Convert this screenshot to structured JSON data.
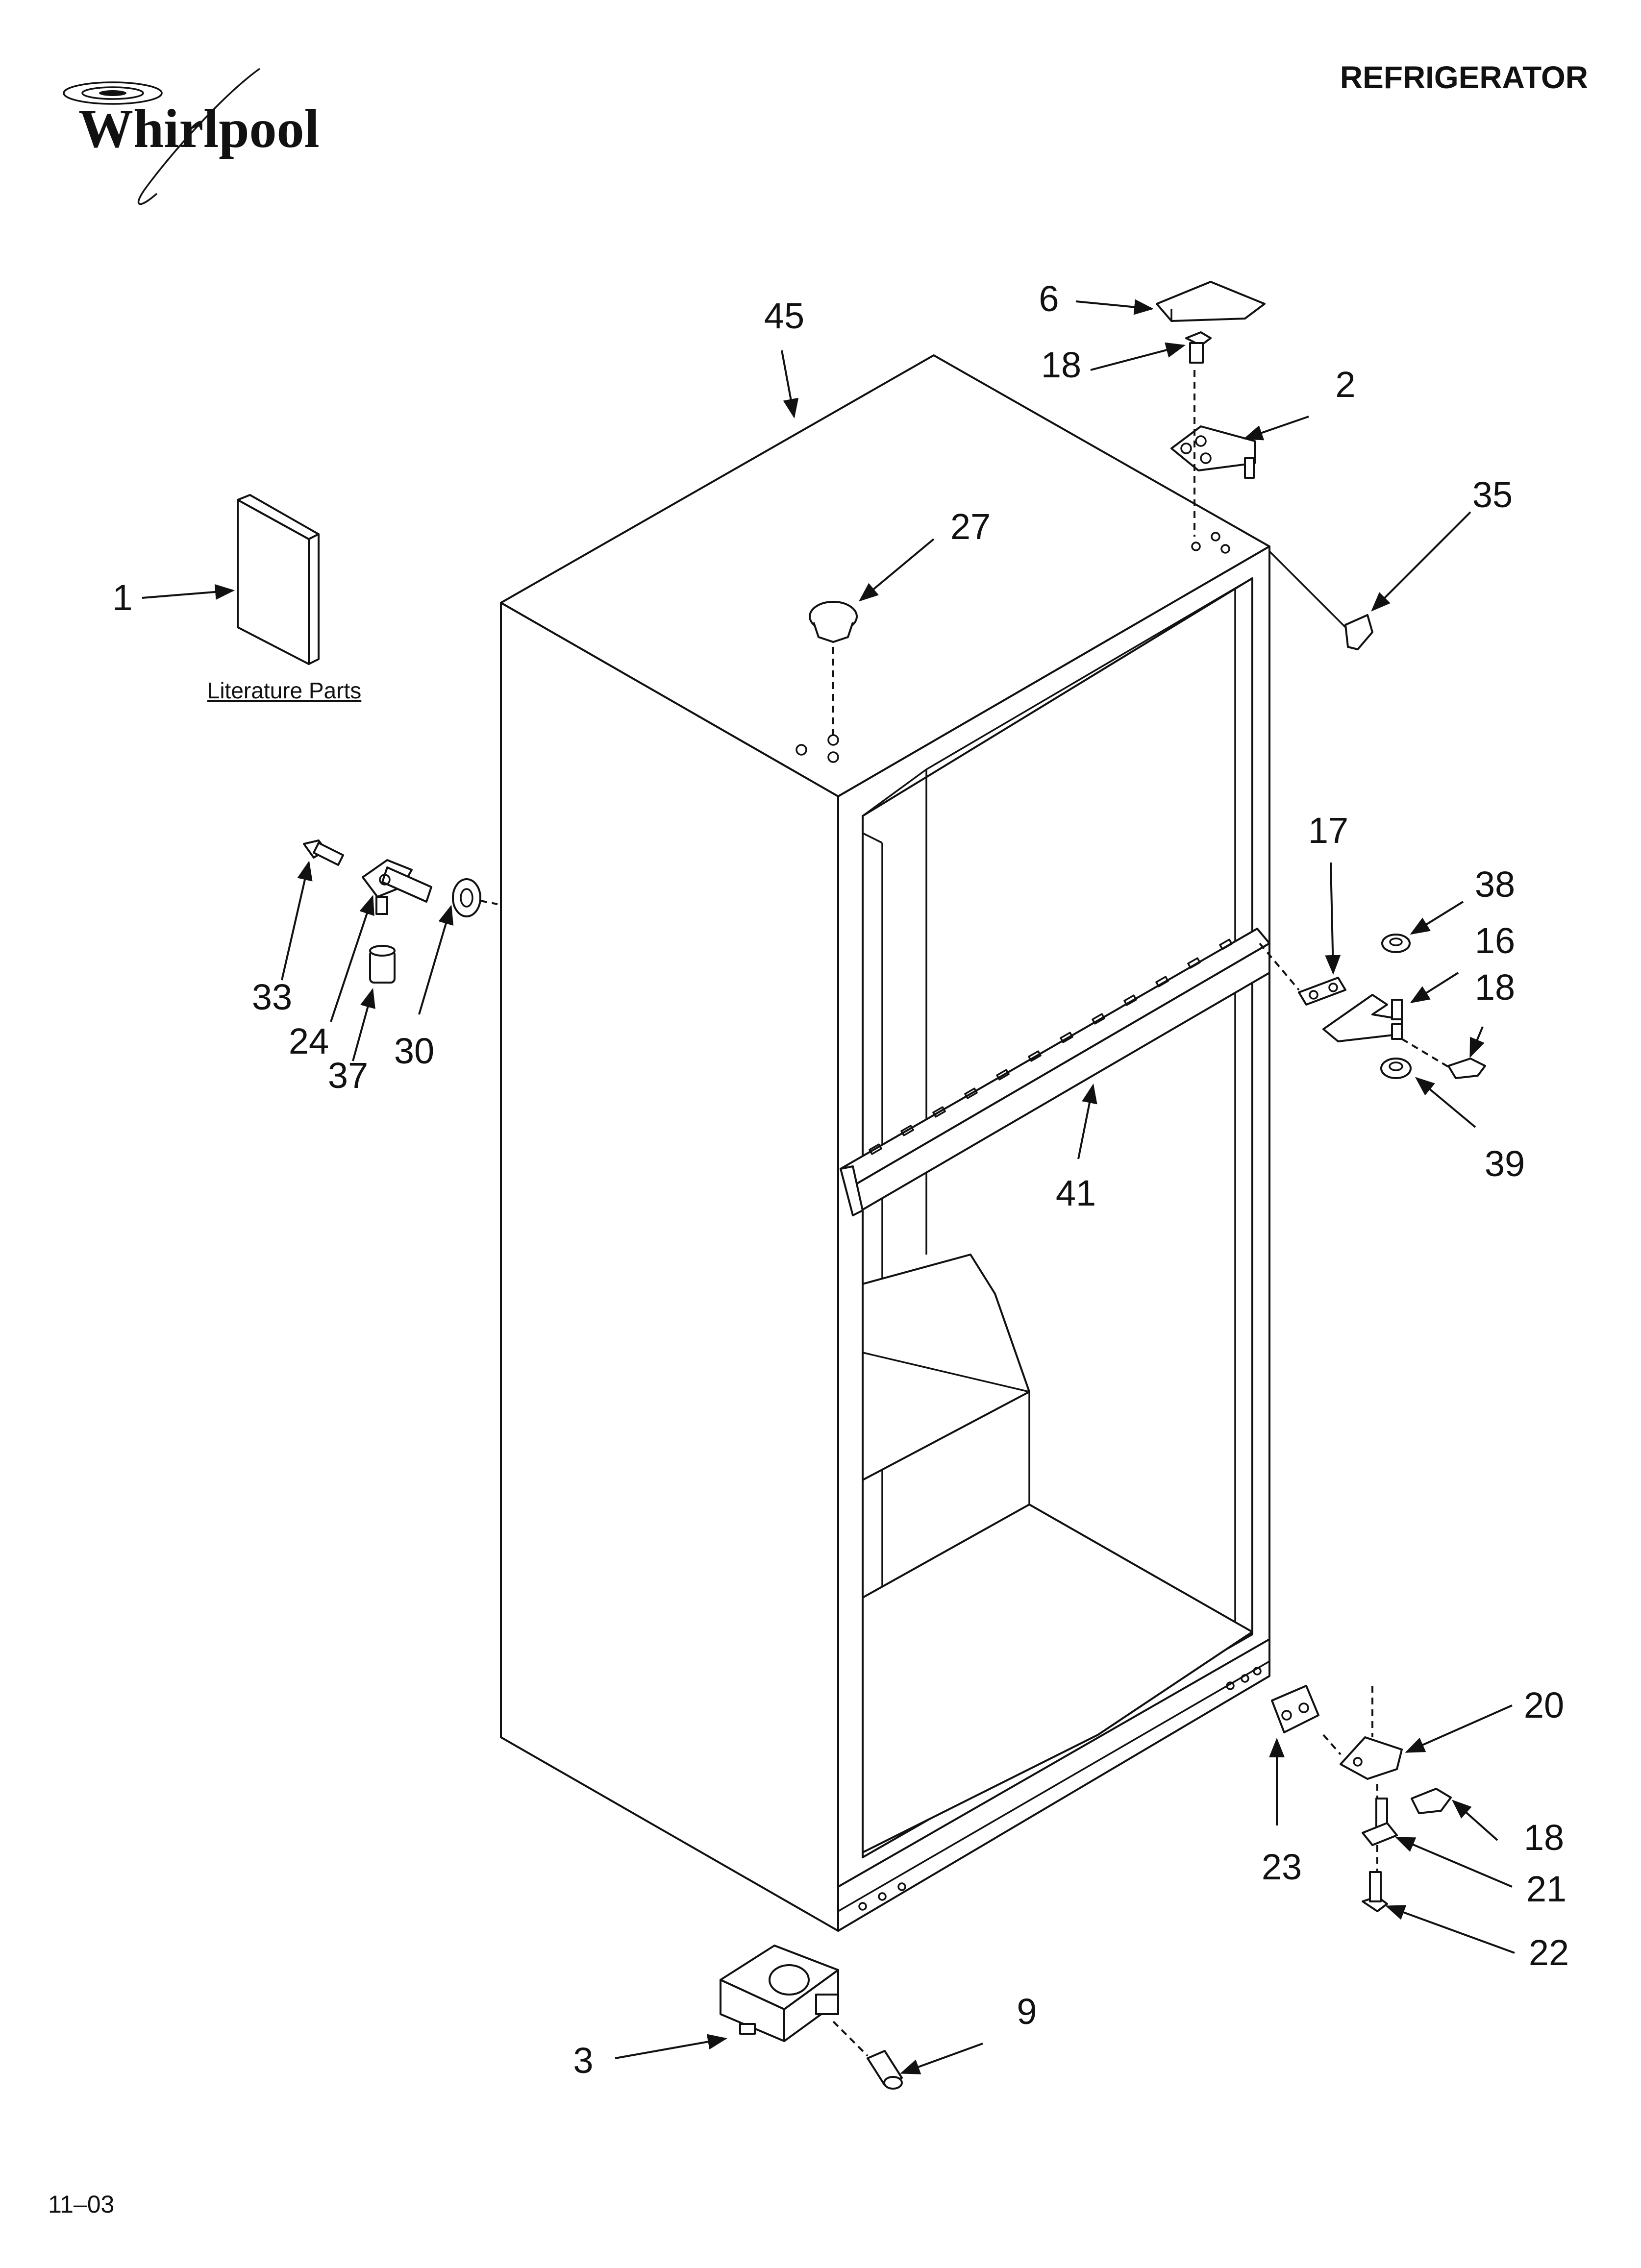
{
  "brand": {
    "name": "Whirlpool"
  },
  "header": {
    "title": "REFRIGERATOR"
  },
  "footer": {
    "date_code": "11–03"
  },
  "literature_label": "Literature Parts",
  "callouts": {
    "c1": "1",
    "c2": "2",
    "c3": "3",
    "c6": "6",
    "c9": "9",
    "c16": "16",
    "c17": "17",
    "c18a": "18",
    "c18b": "18",
    "c18c": "18",
    "c20": "20",
    "c21": "21",
    "c22": "22",
    "c23": "23",
    "c24": "24",
    "c27": "27",
    "c30": "30",
    "c33": "33",
    "c35": "35",
    "c37": "37",
    "c38": "38",
    "c39": "39",
    "c41": "41",
    "c45": "45"
  }
}
